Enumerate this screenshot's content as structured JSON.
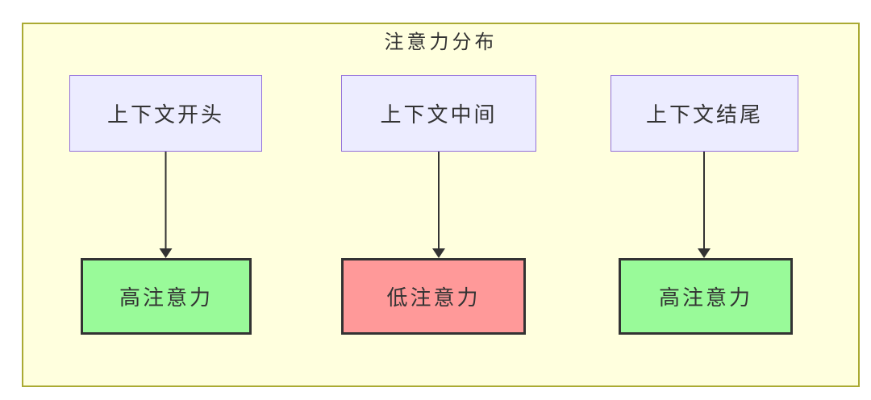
{
  "diagram": {
    "title": "注意力分布",
    "top_nodes": [
      {
        "id": "context-start",
        "label": "上下文开头"
      },
      {
        "id": "context-middle",
        "label": "上下文中间"
      },
      {
        "id": "context-end",
        "label": "上下文结尾"
      }
    ],
    "bottom_nodes": [
      {
        "id": "attention-high-1",
        "label": "高注意力",
        "level": "high"
      },
      {
        "id": "attention-low",
        "label": "低注意力",
        "level": "low"
      },
      {
        "id": "attention-high-2",
        "label": "高注意力",
        "level": "high"
      }
    ],
    "edges": [
      {
        "from": "context-start",
        "to": "attention-high-1"
      },
      {
        "from": "context-middle",
        "to": "attention-low"
      },
      {
        "from": "context-end",
        "to": "attention-high-2"
      }
    ]
  },
  "colors": {
    "canvas_bg": "#ffffff",
    "container_fill": "#ffffde",
    "container_border": "#aaaa33",
    "context_fill": "#ececff",
    "context_border": "#9370db",
    "high_fill": "#99fa99",
    "low_fill": "#ff9999",
    "result_border": "#333333",
    "edge": "#333333",
    "text": "#333333"
  }
}
